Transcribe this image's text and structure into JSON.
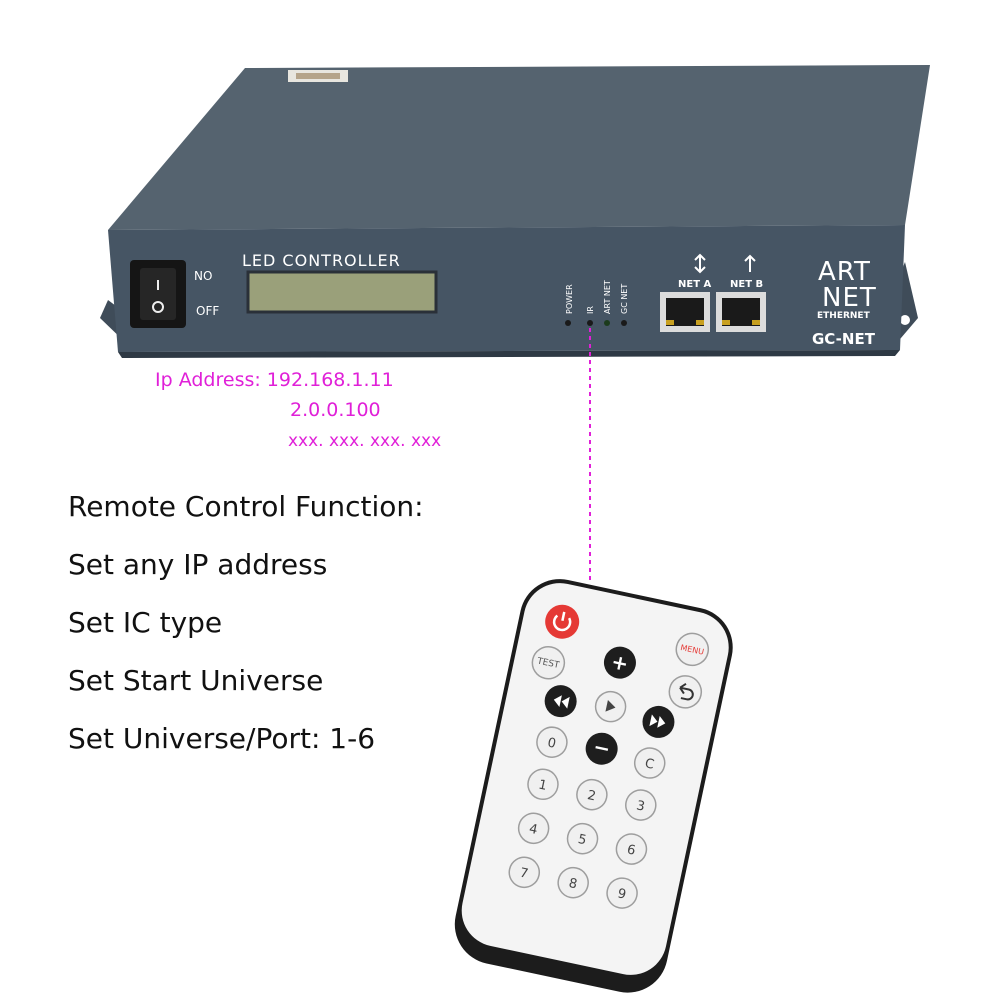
{
  "device": {
    "front_title": "LED CONTROLLER",
    "switch_on_label": "NO",
    "switch_off_label": "OFF",
    "indicators": [
      "POWER",
      "IR",
      "ART NET",
      "GC NET"
    ],
    "port_a_label": "NET A",
    "port_b_label": "NET B",
    "logo_line1": "ART",
    "logo_line2": "NET",
    "logo_line3": "ETHERNET",
    "model": "GC-NET",
    "colors": {
      "body": "#4d5c6b",
      "front": "#465564",
      "lcd": "#9aa07a",
      "accent": "#e020d8",
      "power_button": "#e53935"
    }
  },
  "ip_info": {
    "line1": "Ip Address: 192.168.1.11",
    "line2": "2.0.0.100",
    "line3": "xxx. xxx. xxx. xxx"
  },
  "features": [
    "Remote Control Function:",
    "Set any IP address",
    "Set IC type",
    "Set Start Universe",
    "Set Universe/Port: 1-6"
  ],
  "remote": {
    "buttons": {
      "power": "power-icon",
      "test": "TEST",
      "menu": "MENU",
      "plus": "+",
      "minus": "−",
      "back": "back-icon",
      "prev": "rewind-icon",
      "play": "play-icon",
      "next": "fast-forward-icon",
      "zero": "0",
      "clear": "C",
      "digits": [
        "1",
        "2",
        "3",
        "4",
        "5",
        "6",
        "7",
        "8",
        "9"
      ]
    }
  }
}
